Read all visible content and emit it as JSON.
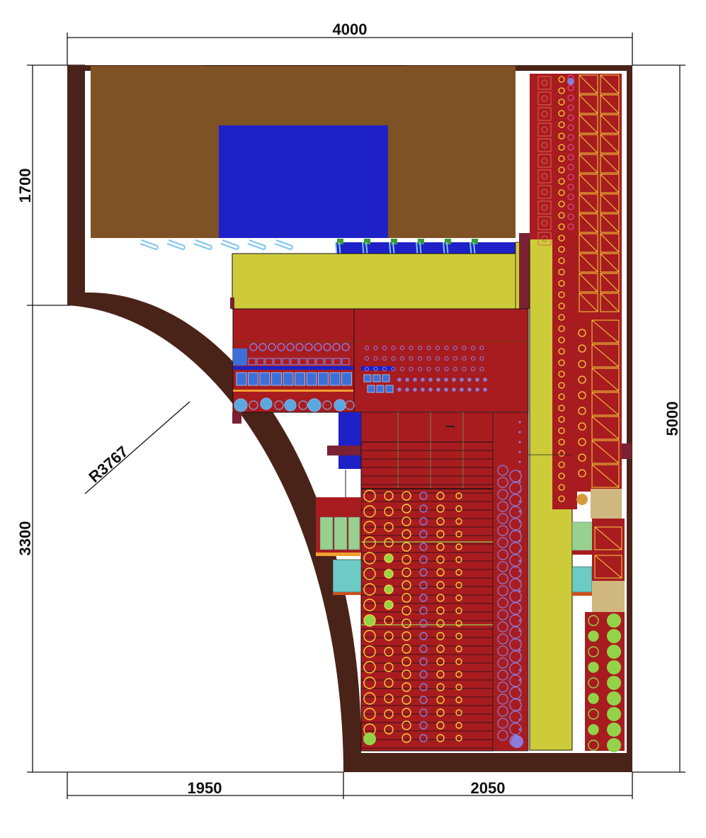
{
  "dimensions": {
    "width_total": "4000",
    "depth_total": "5000",
    "depth_upper": "1700",
    "depth_lower": "3300",
    "width_left": "1950",
    "width_right": "2050",
    "radius": "R3767"
  },
  "colors": {
    "wall": "#4a2318",
    "counter": "#7e5224",
    "blue": "#1f21c8",
    "yellow": "#cdcb3a",
    "red": "#a81c20",
    "beige": "#cfb77f",
    "mint": "#97d08f",
    "teal": "#6ccbc4",
    "lime": "#93d34a",
    "circle_yellow": "#f4d23a",
    "circle_purple": "#8c7cd8",
    "clip": "#7fc4f0"
  },
  "icons": {
    "clip": "paperclip-hook-icon",
    "crate": "display-crate-icon",
    "jar": "round-jar-icon"
  }
}
